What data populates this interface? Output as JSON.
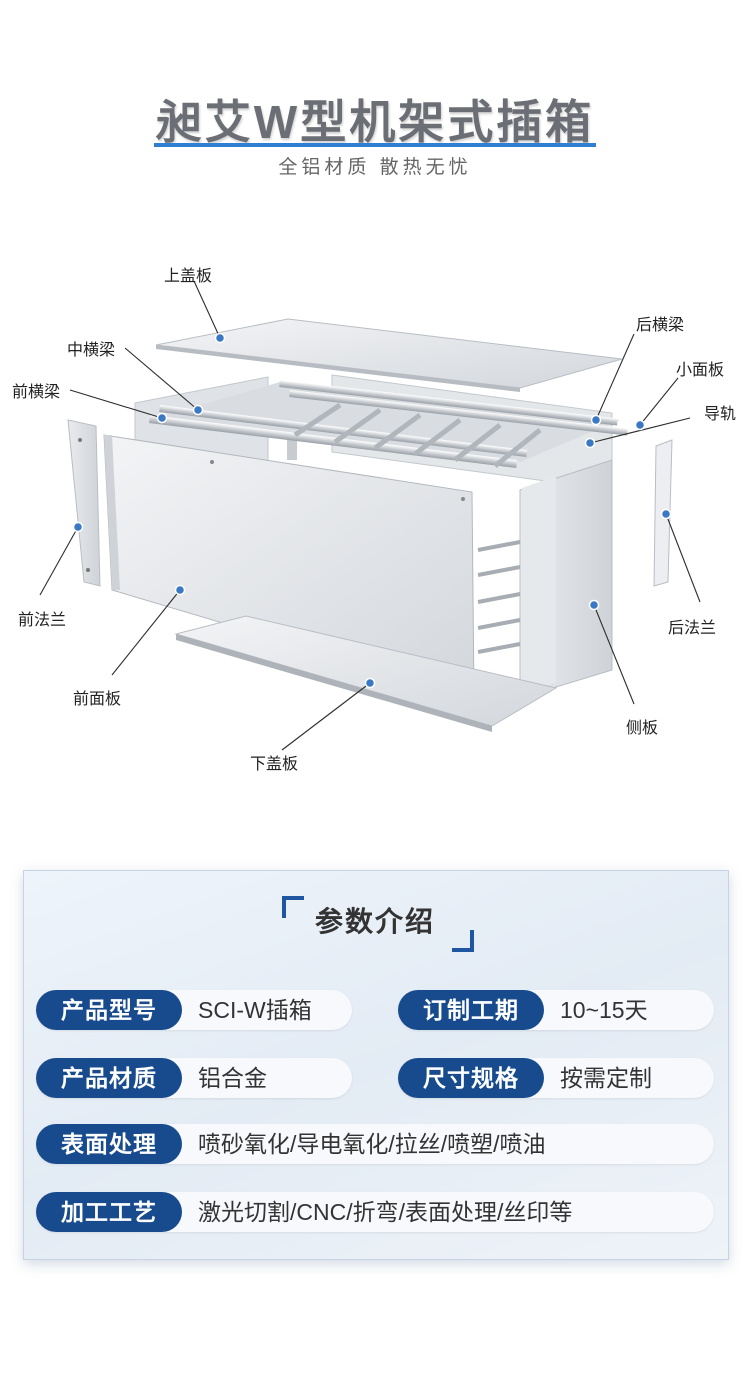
{
  "header": {
    "title": "昶艾W型机架式插箱",
    "subtitle": "全铝材质 散热无忧"
  },
  "diagram": {
    "labels": {
      "top_cover": "上盖板",
      "middle_beam": "中横梁",
      "front_beam": "前横梁",
      "front_flange": "前法兰",
      "front_panel": "前面板",
      "bottom_cover": "下盖板",
      "rear_beam": "后横梁",
      "small_panel": "小面板",
      "guide_rail": "导轨",
      "rear_flange": "后法兰",
      "side_panel": "侧板"
    },
    "colors": {
      "metal_light": "#eef0f2",
      "metal_mid": "#d6d9dd",
      "metal_dark": "#a9aeb4",
      "dot": "#3b78c4"
    }
  },
  "params": {
    "title": "参数介绍",
    "model_key": "产品型号",
    "model_val": "SCI-W插箱",
    "lead_key": "订制工期",
    "lead_val": "10~15天",
    "material_key": "产品材质",
    "material_val": "铝合金",
    "size_key": "尺寸规格",
    "size_val": "按需定制",
    "surface_key": "表面处理",
    "surface_val": "喷砂氧化/导电氧化/拉丝/喷塑/喷油",
    "process_key": "加工工艺",
    "process_val": "激光切割/CNC/折弯/表面处理/丝印等"
  },
  "colors": {
    "accent": "#2e7fd1",
    "key_bg": "#184b8e"
  }
}
